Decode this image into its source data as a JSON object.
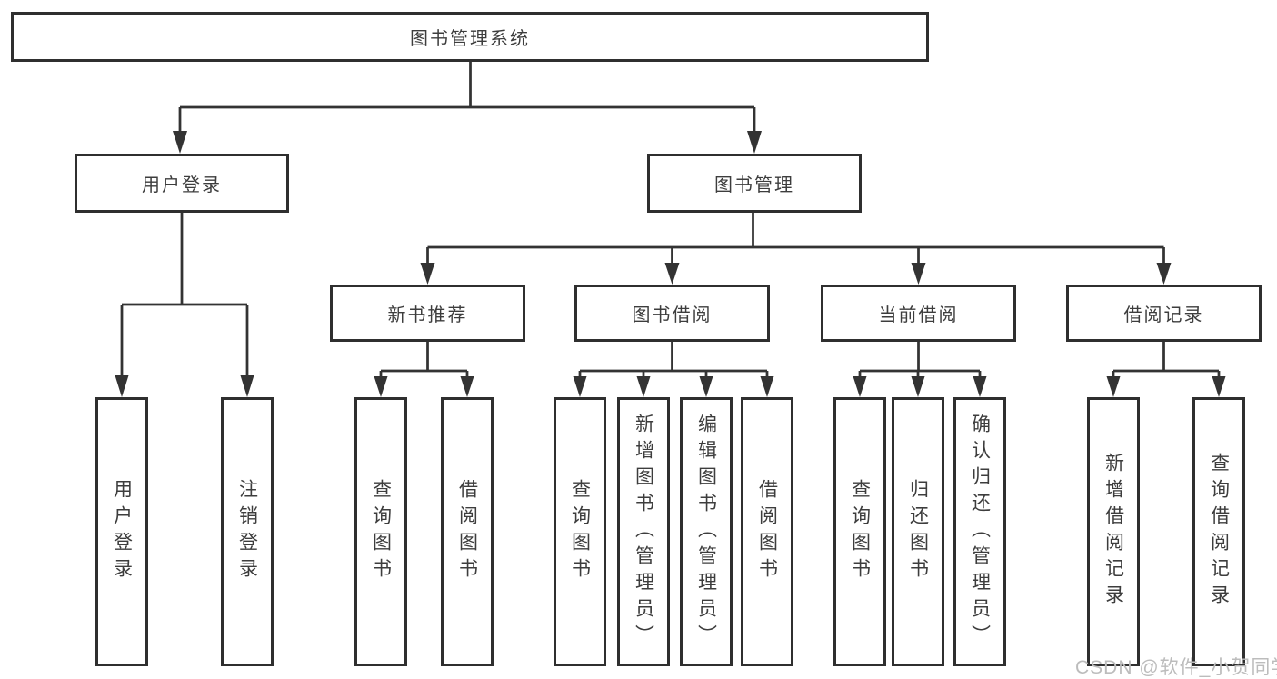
{
  "nodes": {
    "root": {
      "label": "图书管理系统"
    },
    "userLogin": {
      "label": "用户登录"
    },
    "bookMgmt": {
      "label": "图书管理"
    },
    "newBookRec": {
      "label": "新书推荐"
    },
    "bookBorrow": {
      "label": "图书借阅"
    },
    "currentBorrow": {
      "label": "当前借阅"
    },
    "borrowRecords": {
      "label": "借阅记录"
    },
    "leafUserLogin": {
      "label": "用户登录"
    },
    "leafLogout": {
      "label": "注销登录"
    },
    "leafQueryBooksRec": {
      "label": "查询图书"
    },
    "leafBorrowBooksRec": {
      "label": "借阅图书"
    },
    "leafQueryBooksBorrow": {
      "label": "查询图书"
    },
    "leafAddBooks": {
      "label": "新增图书（管理员）"
    },
    "leafEditBooks": {
      "label": "编辑图书（管理员）"
    },
    "leafBorrowBooksBorrow": {
      "label": "借阅图书"
    },
    "leafQueryBooksCurrent": {
      "label": "查询图书"
    },
    "leafReturnBooks": {
      "label": "归还图书"
    },
    "leafConfirmReturn": {
      "label": "确认归还（管理员）"
    },
    "leafAddBorrowRecord": {
      "label": "新增借阅记录"
    },
    "leafQueryBorrowRecord": {
      "label": "查询借阅记录"
    }
  },
  "watermark": {
    "text": "CSDN @软件_小贺同学"
  },
  "colors": {
    "line": "#333333",
    "border": "#2f2f2f",
    "text": "#3d3d3d",
    "watermark": "#bcbcbc",
    "background": "#ffffff"
  }
}
